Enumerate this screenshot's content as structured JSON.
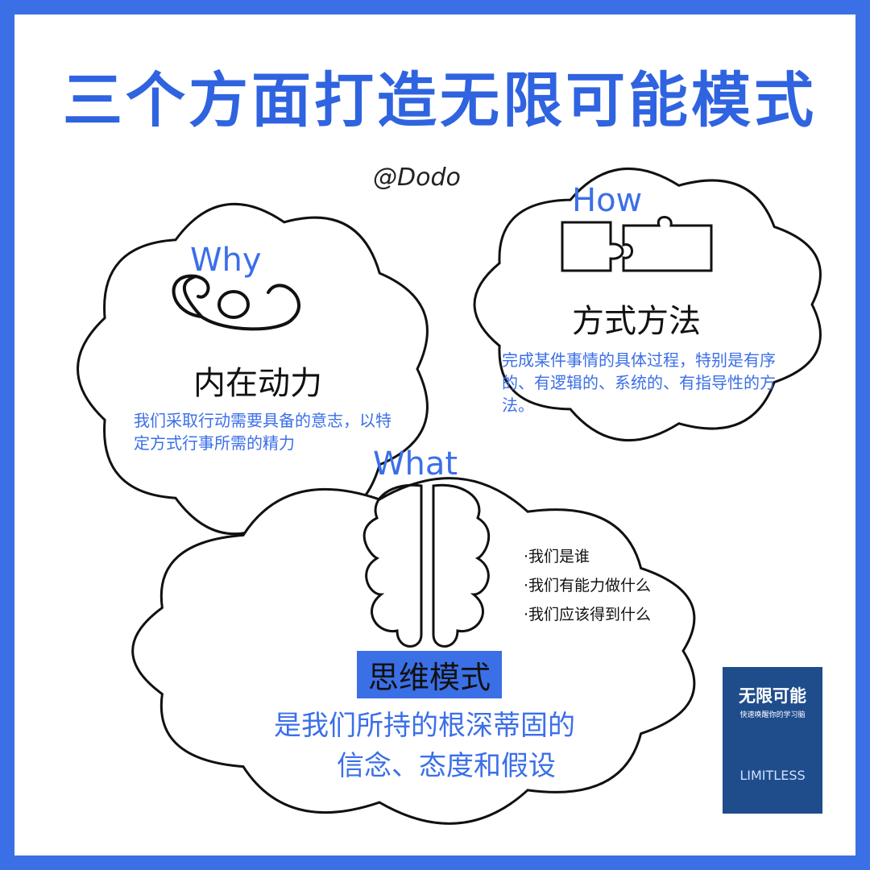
{
  "title": "三个方面打造无限可能模式",
  "author": "@Dodo",
  "why": {
    "label": "Why",
    "heading": "内在动力",
    "description": "我们采取行动需要具备的意志，以特定方式行事所需的精力",
    "icon": "flexing-arms-icon"
  },
  "how": {
    "label": "How",
    "heading": "方式方法",
    "description": "完成某件事情的具体过程，特别是有序的、有逻辑的、系统的、有指导性的方法。",
    "icon": "puzzle-pieces-icon"
  },
  "what": {
    "label": "What",
    "heading": "思维模式",
    "bullets": [
      "·我们是谁",
      "·我们有能力做什么",
      "·我们应该得到什么"
    ],
    "description_line1": "是我们所持的根深蒂固的",
    "description_line2": "信念、态度和假设",
    "icon": "brain-icon"
  },
  "book": {
    "title": "无限可能",
    "subtitle": "快速唤醒你的学习脑",
    "logo_text": "LIMITLESS"
  },
  "colors": {
    "accent": "#3a6fe6",
    "ink": "#111111",
    "book": "#1f4d8c"
  }
}
